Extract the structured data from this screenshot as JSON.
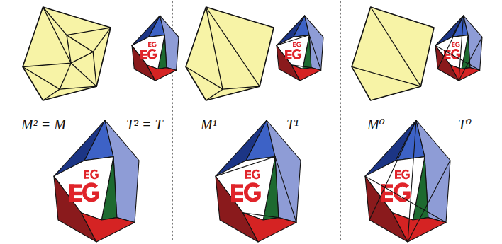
{
  "diagram": {
    "labels": [
      "M² = M",
      "T² = T",
      "M¹",
      "T¹",
      "M⁰",
      "T⁰"
    ]
  }
}
